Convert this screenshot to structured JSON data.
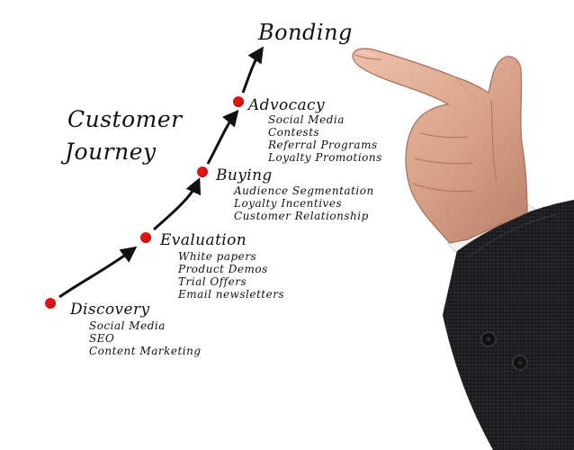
{
  "title": {
    "line1": "Customer",
    "line2": "Journey"
  },
  "goal_label": "Bonding",
  "stages": [
    {
      "label": "Discovery",
      "items": [
        "Social Media",
        "SEO",
        "Content Marketing"
      ]
    },
    {
      "label": "Evaluation",
      "items": [
        "White papers",
        "Product Demos",
        "Trial Offers",
        "Email newsletters"
      ]
    },
    {
      "label": "Buying",
      "items": [
        "Audience Segmentation",
        "Loyalty Incentives",
        "Customer Relationship"
      ]
    },
    {
      "label": "Advocacy",
      "items": [
        "Social Media",
        "Contests",
        "Referral Programs",
        "Loyalty Promotions"
      ]
    }
  ],
  "colors": {
    "dot": "#e01512",
    "text": "#111111",
    "background": "#ffffff",
    "sleeve": "#1d1d1f",
    "skin": "#d8a28a"
  },
  "icons": {
    "pointer": "pointing-hand-icon",
    "stage_marker": "red-dot-icon",
    "path_arrow": "curved-arrow-icon"
  }
}
